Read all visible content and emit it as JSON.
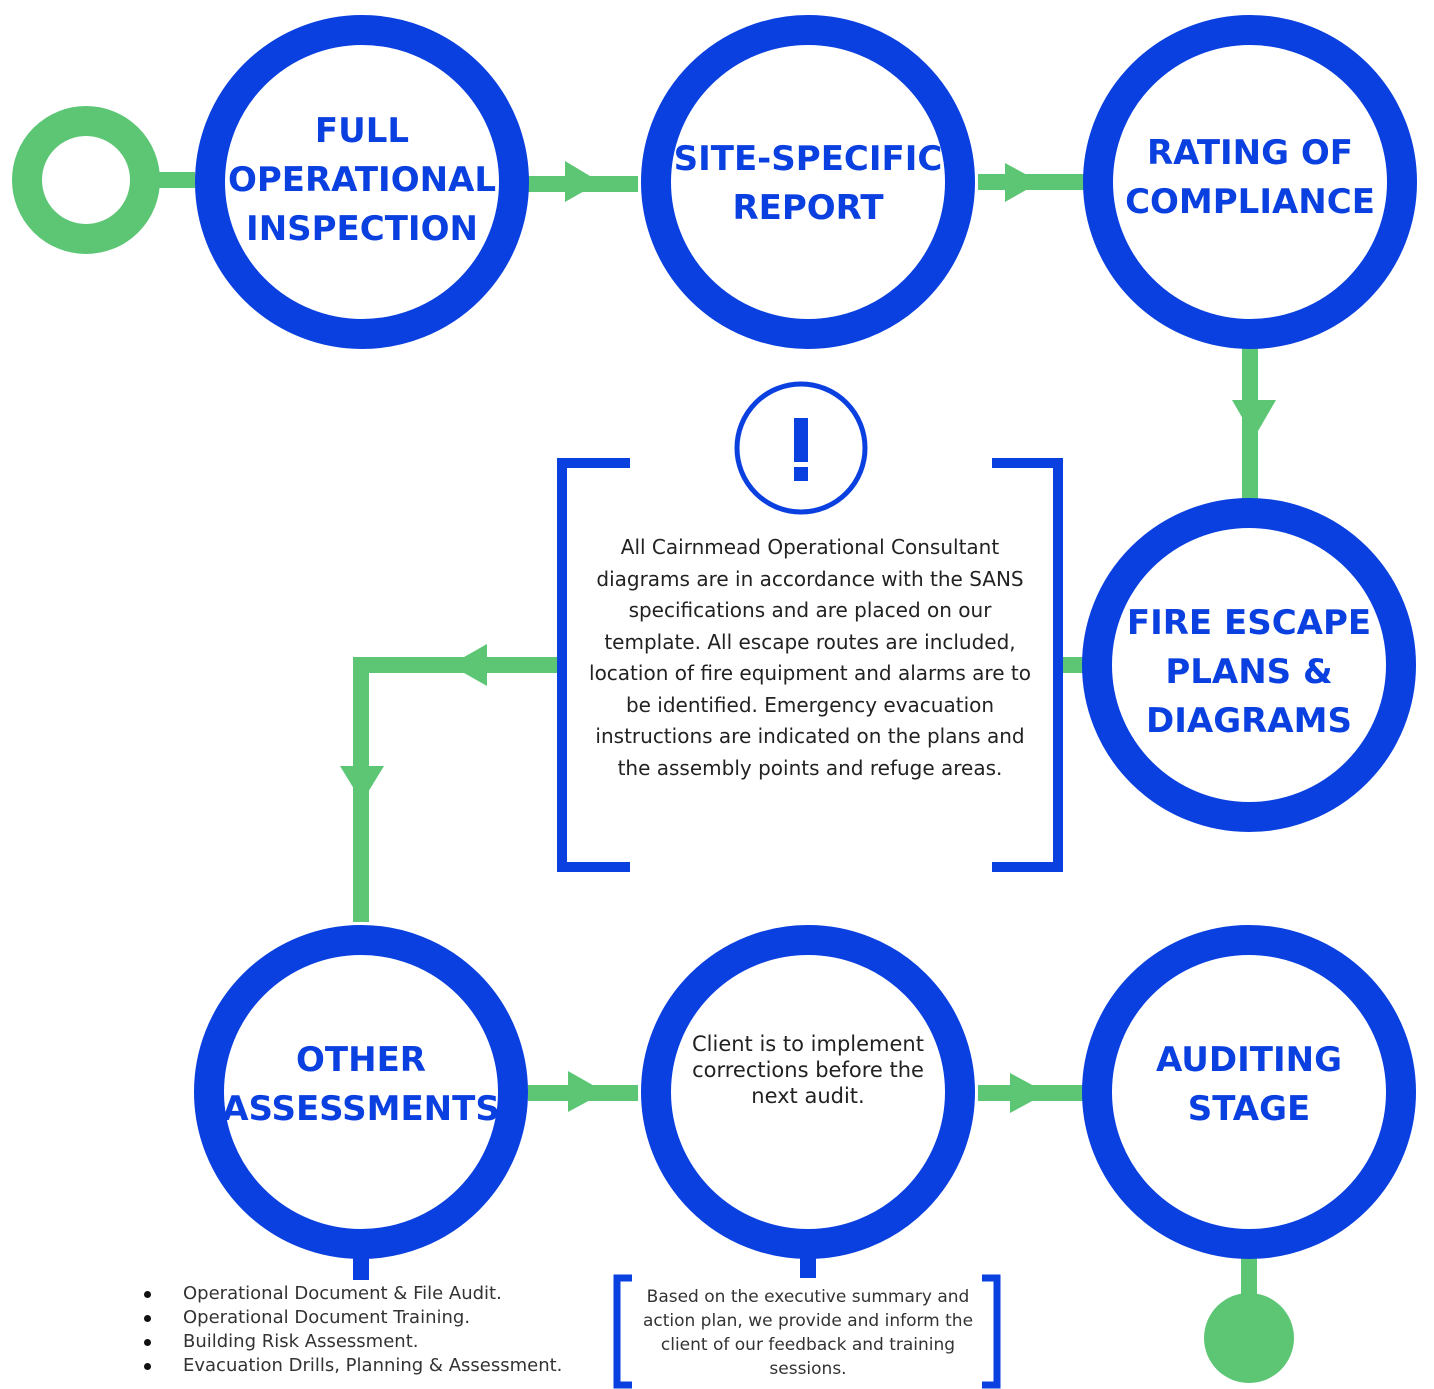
{
  "colors": {
    "blue": "#0a3fe0",
    "green": "#5cc674",
    "text": "#222222"
  },
  "steps": [
    {
      "id": "full-operational-inspection",
      "label": "FULL\nOPERATIONAL\nINSPECTION"
    },
    {
      "id": "site-specific-report",
      "label": "SITE-SPECIFIC\nREPORT"
    },
    {
      "id": "rating-of-compliance",
      "label": "RATING OF\nCOMPLIANCE"
    },
    {
      "id": "fire-escape-plans",
      "label": "FIRE ESCAPE\nPLANS &\nDIAGRAMS"
    },
    {
      "id": "other-assessments",
      "label": "OTHER\nASSESSMENTS"
    },
    {
      "id": "client-implement",
      "text": "Client is to implement corrections before the next audit."
    },
    {
      "id": "auditing-stage",
      "label": "AUDITING\nSTAGE"
    }
  ],
  "info_note": {
    "icon": "exclamation-icon",
    "text": "All Cairnmead Operational Consultant diagrams are in accordance with the SANS specifications and are placed on our template. All escape routes are included, location of fire equipment and alarms are to be identified. Emergency evacuation instructions are indicated on the plans and the assembly points and refuge areas."
  },
  "other_assessments_list": [
    "Operational Document & File Audit.",
    "Operational Document Training.",
    "Building Risk Assessment.",
    "Evacuation Drills, Planning & Assessment."
  ],
  "feedback_note": {
    "text": "Based on the executive summary and action plan, we provide and inform the client of our feedback and training sessions."
  },
  "terminals": {
    "start": "start-ring",
    "end": "end-dot"
  }
}
